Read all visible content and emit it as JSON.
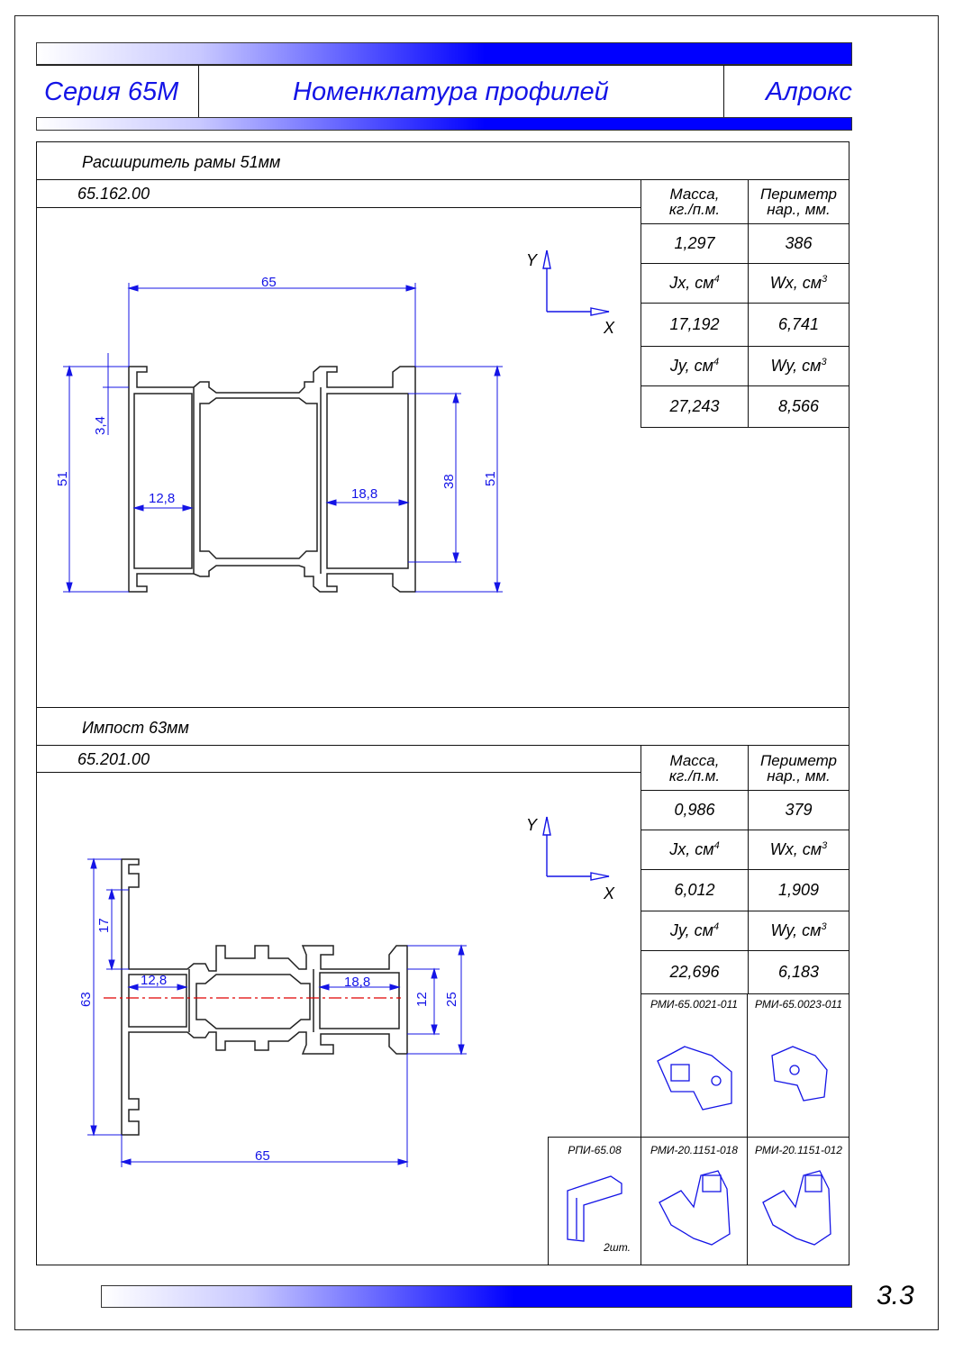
{
  "header": {
    "series": "Серия 65М",
    "title": "Номенклатура профилей",
    "brand": "Алрокс"
  },
  "sections": [
    {
      "name": "Расширитель рамы 51мм",
      "code": "65.162.00",
      "props": {
        "mass_label": "Масса, кг./п.м.",
        "mass_label_1": "Масса,",
        "mass_label_2": "кг./п.м.",
        "perim_label_1": "Периметр",
        "perim_label_2": "нар., мм.",
        "mass": "1,297",
        "perimeter": "386",
        "jx_label": "Jx, см",
        "wx_label": "Wx, см",
        "jx": "17,192",
        "wx": "6,741",
        "jy_label": "Jy, см",
        "wy_label": "Wy, см",
        "jy": "27,243",
        "wy": "8,566",
        "sup4": "4",
        "sup3": "3"
      },
      "dims": {
        "width": "65",
        "height_left": "51",
        "height_right": "51",
        "d34": "3,4",
        "d128": "12,8",
        "d188": "18,8",
        "d38": "38"
      }
    },
    {
      "name": "Импост 63мм",
      "code": "65.201.00",
      "props": {
        "mass": "0,986",
        "perimeter": "379",
        "jx": "6,012",
        "wx": "1,909",
        "jy": "22,696",
        "wy": "6,183"
      },
      "dims": {
        "width": "65",
        "height": "63",
        "d17": "17",
        "d128": "12,8",
        "d188": "18,8",
        "d12": "12",
        "d25": "25"
      }
    }
  ],
  "axes": {
    "x": "X",
    "y": "Y"
  },
  "parts": [
    {
      "code": "РМИ-65.0021-011"
    },
    {
      "code": "РМИ-65.0023-011"
    },
    {
      "code": "РПИ-65.08",
      "note": "2шт."
    },
    {
      "code": "РМИ-20.1151-018"
    },
    {
      "code": "РМИ-20.1151-012"
    }
  ],
  "page_number": "3.3",
  "colors": {
    "header_text": "#1414e6",
    "gradient": "#0000ff",
    "dimension": "#1414e6",
    "axis_center": "#e00000"
  }
}
